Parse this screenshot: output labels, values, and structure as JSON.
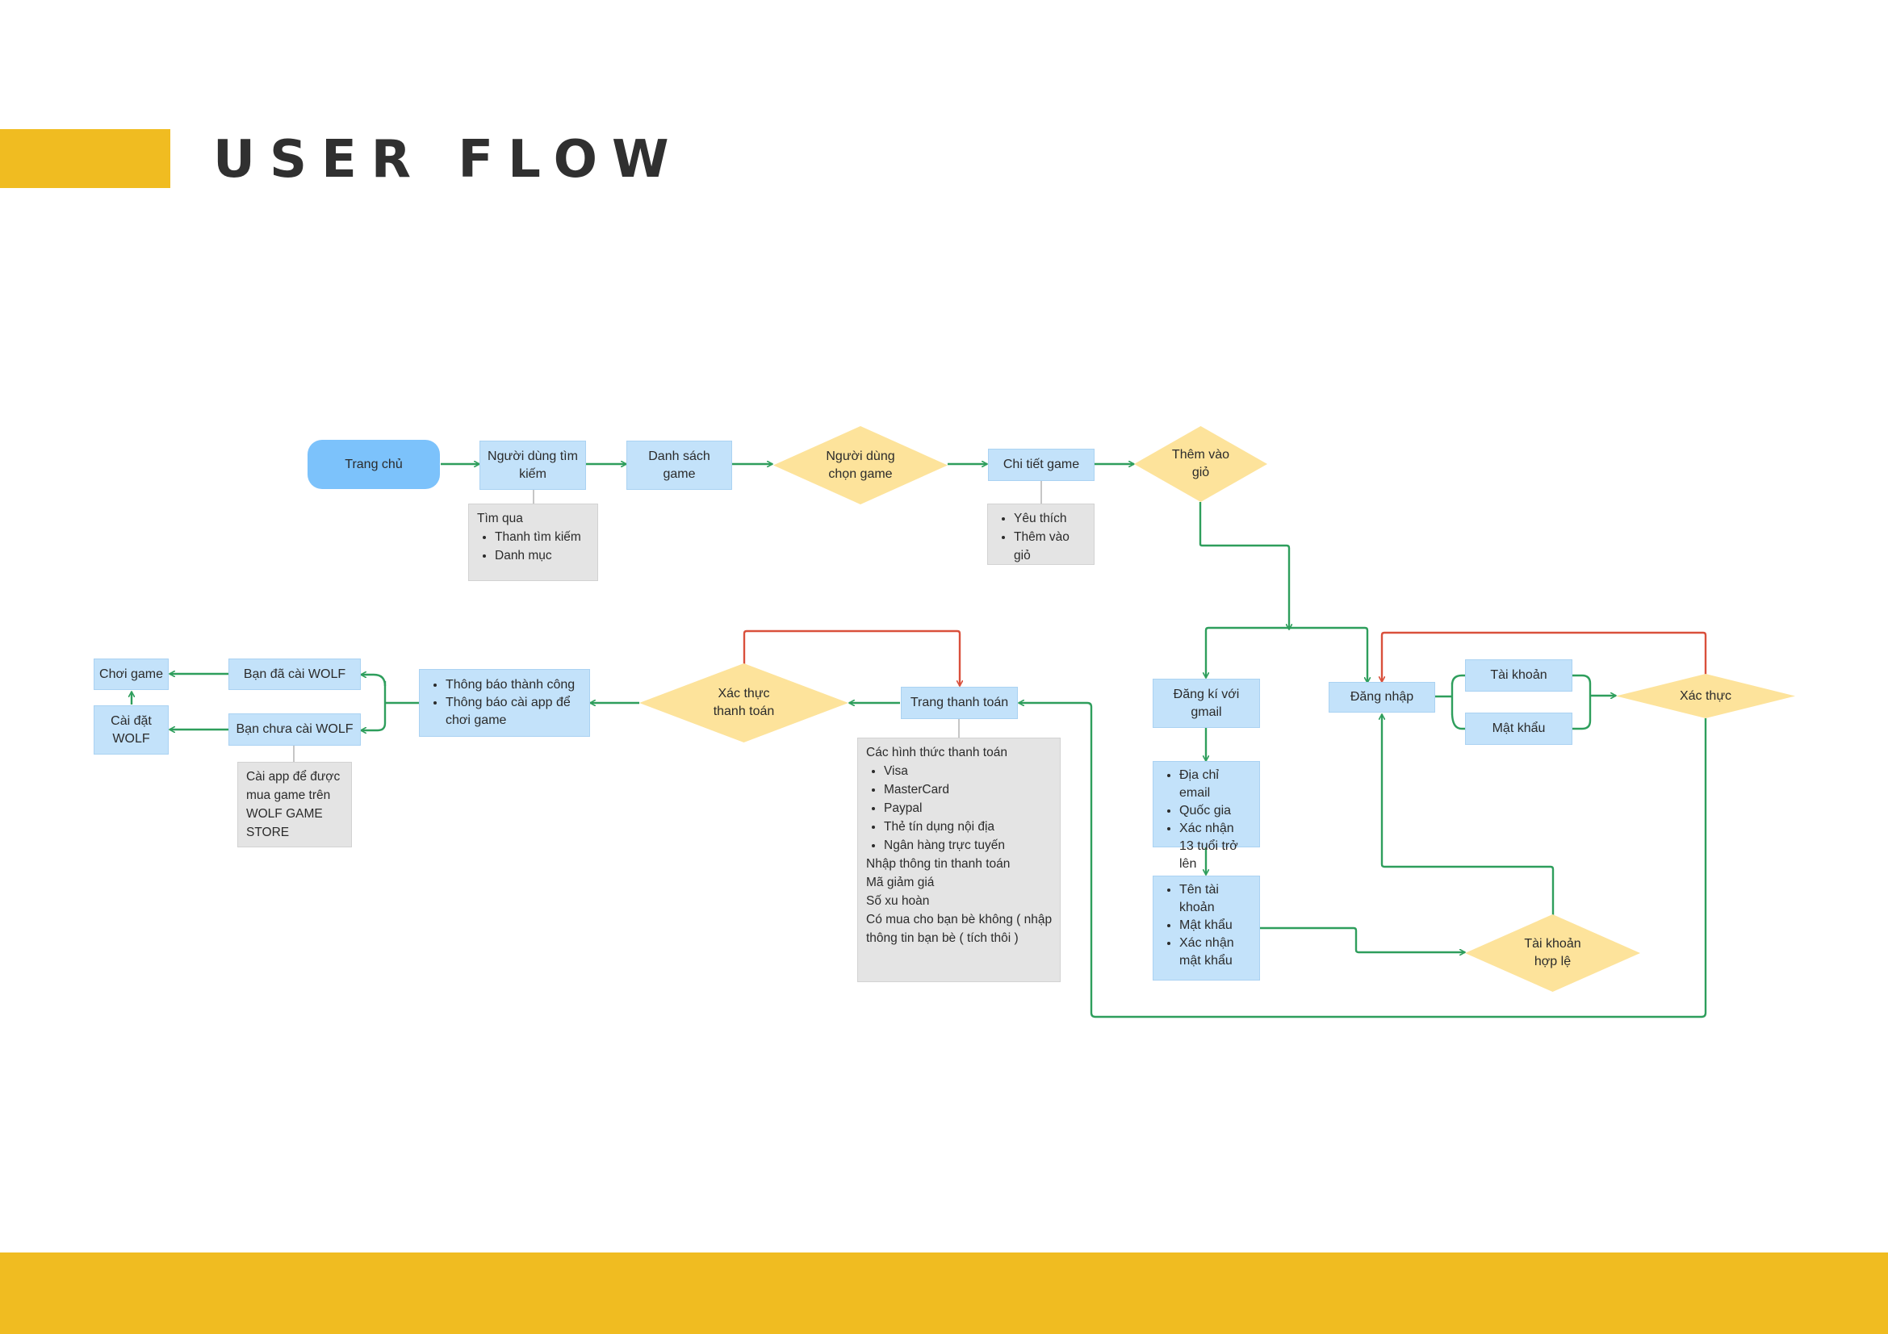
{
  "header": {
    "title": "USER FLOW"
  },
  "colors": {
    "accent": "#f0bc21",
    "process": "#c3e2fa",
    "terminal": "#7cc2fb",
    "decision": "#fde39b",
    "note": "#e4e4e4",
    "flow": "#2e9e5c",
    "reject": "#d9503c"
  },
  "nodes": {
    "trang_chu": "Trang chủ",
    "nguoi_dung_tim_kiem": "Người dùng tìm kiếm",
    "danh_sach_game": "Danh sách game",
    "nguoi_dung_chon_game": "Người dùng chọn game",
    "chi_tiet_game": "Chi tiết game",
    "them_vao_gio": "Thêm vào giỏ",
    "dang_ki_voi_gmail": "Đăng kí với gmail",
    "dang_nhap": "Đăng nhập",
    "tai_khoan": "Tài khoản",
    "mat_khau": "Mật khẩu",
    "xac_thuc": "Xác thực",
    "tai_khoan_hop_le": "Tài khoản hợp lệ",
    "trang_thanh_toan": "Trang thanh toán",
    "xac_thuc_thanh_toan": "Xác thực thanh toán",
    "ban_da_cai_wolf": "Bạn đã cài WOLF",
    "ban_chua_cai_wolf": "Bạn chưa cài WOLF",
    "choi_game": "Chơi game",
    "cai_dat_wolf": "Cài đặt WOLF"
  },
  "lists": {
    "signup_fields": [
      "Địa chỉ email",
      "Quốc gia",
      "Xác nhận 13 tuổi trở lên"
    ],
    "account_fields": [
      "Tên tài khoản",
      "Mật khẩu",
      "Xác nhận mật khẩu"
    ],
    "notifications": [
      "Thông báo thành công",
      "Thông báo cài app để chơi game"
    ]
  },
  "notes": {
    "search": {
      "title": "Tìm qua",
      "items": [
        "Thanh tìm kiếm",
        "Danh mục"
      ]
    },
    "detail": {
      "items": [
        "Yêu thích",
        "Thêm vào giỏ"
      ]
    },
    "payment": {
      "title": "Các hình thức thanh toán",
      "items": [
        "Visa",
        "MasterCard",
        "Paypal",
        "Thẻ tín dụng nội địa",
        "Ngân hàng trực tuyến"
      ],
      "extra": [
        "Nhập thông tin thanh toán",
        "Mã giảm giá",
        "Số xu hoàn",
        "Có mua cho bạn bè không ( nhập thông tin bạn bè ( tích thôi )"
      ]
    },
    "install": "Cài app để được mua game trên WOLF GAME STORE"
  }
}
